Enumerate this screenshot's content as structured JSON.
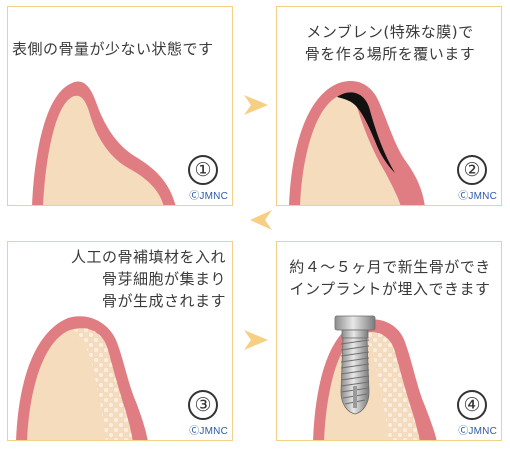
{
  "steps": [
    {
      "number": "①",
      "lines": [
        "表側の骨量が少ない状態です"
      ]
    },
    {
      "number": "②",
      "lines": [
        "メンブレン(特殊な膜)で",
        "骨を作る場所を覆います"
      ]
    },
    {
      "number": "③",
      "lines": [
        "人工の骨補填材を入れ",
        "骨芽細胞が集まり",
        "骨が生成されます"
      ]
    },
    {
      "number": "④",
      "lines": [
        "約４～５ヶ月で新生骨ができ",
        "インプラントが埋入できます"
      ]
    }
  ],
  "copyright": "ⒸJMNC",
  "colors": {
    "panel_border": "#f3d089",
    "gum": "#e07d83",
    "bone": "#f5dcbd",
    "membrane": "#111111",
    "arrow": "#f7cf83",
    "copyright": "#2a5aa8"
  }
}
